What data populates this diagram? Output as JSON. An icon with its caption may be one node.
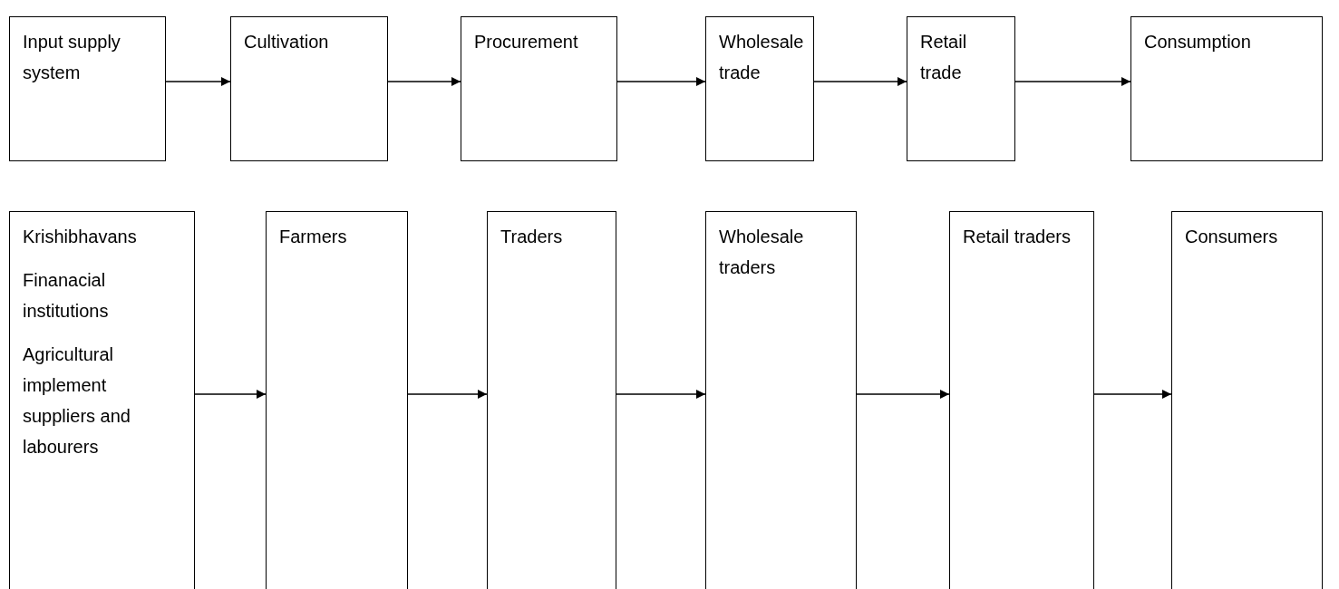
{
  "diagram": {
    "nodes": [
      {
        "text": [
          "Input supply system"
        ]
      },
      {
        "text": [
          "Cultivation"
        ]
      },
      {
        "text": [
          "Procurement"
        ]
      },
      {
        "text": [
          "Wholesale trade"
        ]
      },
      {
        "text": [
          "Retail trade"
        ]
      },
      {
        "text": [
          "Consumption"
        ]
      },
      {
        "text": [
          "Krishibhavans",
          "Finanacial institutions",
          "Agricultural implement suppliers and labourers"
        ]
      },
      {
        "text": [
          "Farmers"
        ]
      },
      {
        "text": [
          "Traders"
        ]
      },
      {
        "text": [
          "Wholesale traders"
        ]
      },
      {
        "text": [
          "Retail traders"
        ]
      },
      {
        "text": [
          "Consumers"
        ]
      }
    ],
    "edges": [
      {
        "from": 0,
        "to": 1,
        "arrow": "to"
      },
      {
        "from": 1,
        "to": 2,
        "arrow": "to"
      },
      {
        "from": 2,
        "to": 3,
        "arrow": "to"
      },
      {
        "from": 3,
        "to": 4,
        "arrow": "to"
      },
      {
        "from": 4,
        "to": 5,
        "arrow": "to"
      },
      {
        "from": 6,
        "to": 7,
        "arrow": "to"
      },
      {
        "from": 7,
        "to": 8,
        "arrow": "to"
      },
      {
        "from": 8,
        "to": 9,
        "arrow": "to"
      },
      {
        "from": 9,
        "to": 10,
        "arrow": "to"
      },
      {
        "from": 10,
        "to": 11,
        "arrow": "to"
      }
    ]
  }
}
